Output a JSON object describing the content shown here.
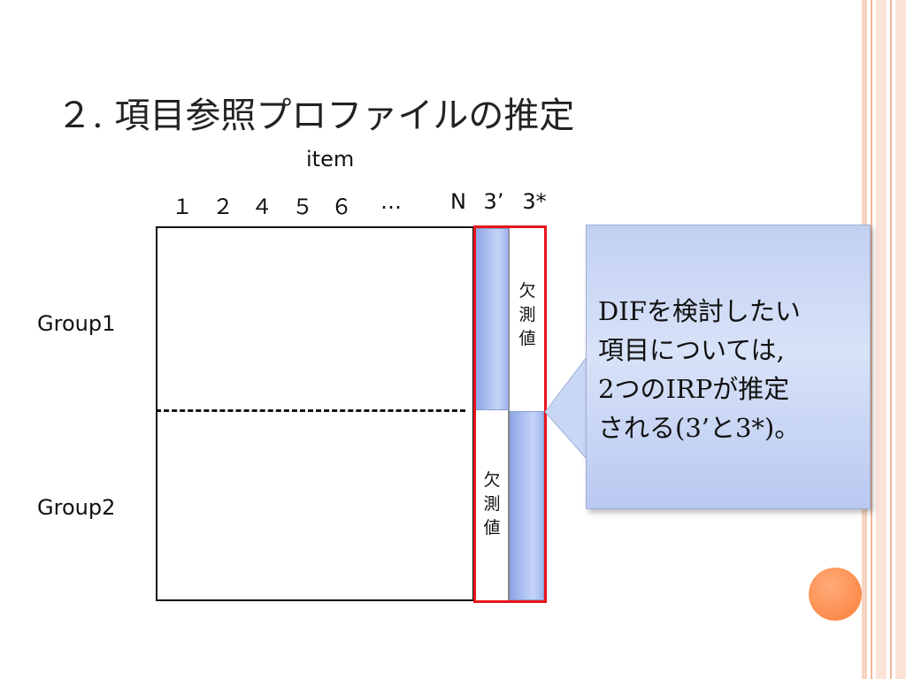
{
  "title": "２. 項目参照プロファイルの推定",
  "item_label": "item",
  "columns": [
    "１",
    "２",
    "４",
    "５",
    "６",
    "…",
    "N",
    "3’",
    "3*"
  ],
  "groups": [
    "Group1",
    "Group2"
  ],
  "missing_label": [
    "欠",
    "測",
    "値"
  ],
  "callout": {
    "lines": [
      "DIFを検討したい",
      "項目については,",
      "2つのIRPが推定",
      "される(3’と3*)。"
    ]
  },
  "colors": {
    "highlight_frame": "#e8141b",
    "observed_bar": "#9db3ee",
    "callout_fill": "#c2d0f2",
    "accent_circle": "#fb7f3a"
  }
}
